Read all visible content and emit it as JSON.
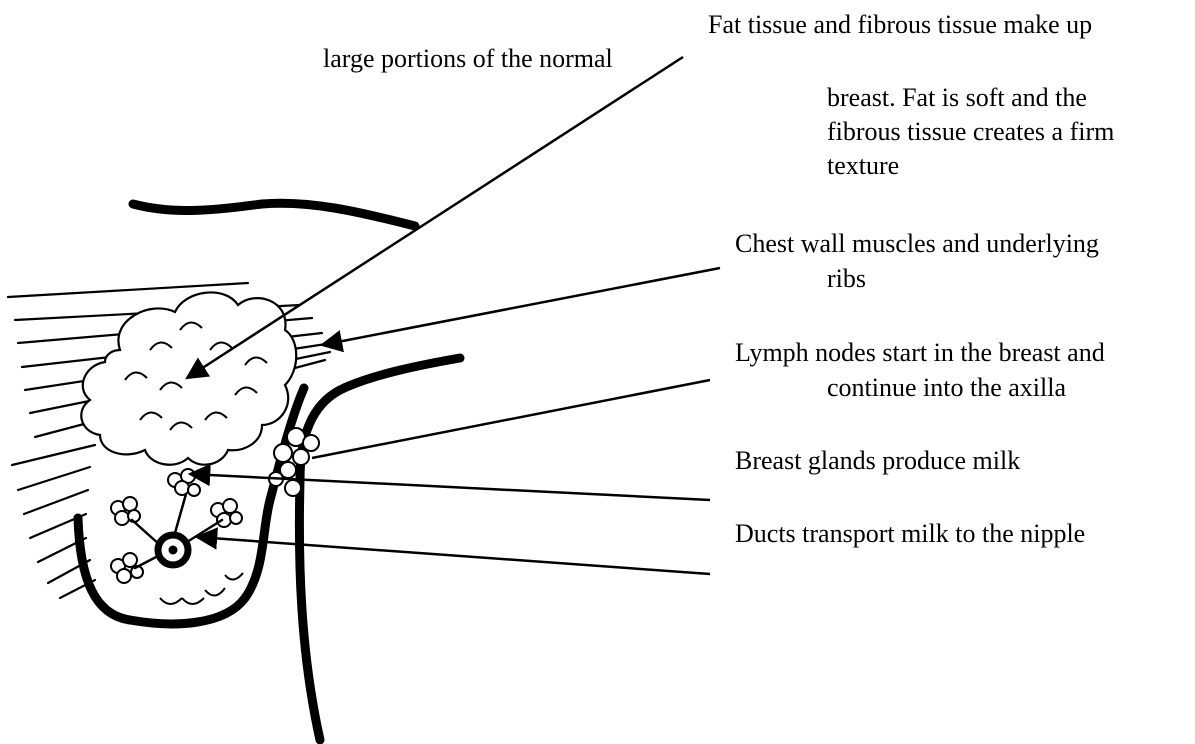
{
  "labels": {
    "fat_line1": "Fat tissue and fibrous tissue make up",
    "fat_line2": "large portions of the normal",
    "fat_line3": "breast. Fat is soft and the",
    "fat_line4": "fibrous tissue creates a firm",
    "fat_line5": "texture",
    "chest_line1": "Chest wall muscles and underlying",
    "chest_line2": "ribs",
    "lymph_line1": "Lymph nodes start in the breast and",
    "lymph_line2": "continue into the axilla",
    "glands": "Breast glands produce milk",
    "ducts": "Ducts transport milk to the nipple"
  },
  "colors": {
    "ink": "#000000",
    "background": "#ffffff"
  }
}
